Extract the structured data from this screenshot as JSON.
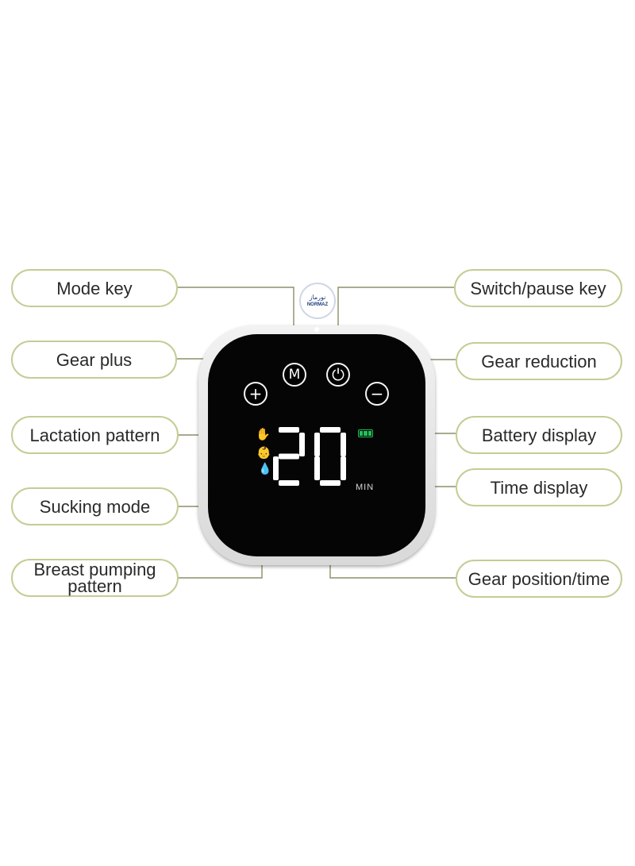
{
  "brand": {
    "arabic": "نورماز",
    "latin": "NORMAZ"
  },
  "labels": {
    "mode_key": "Mode key",
    "switch_pause_key": "Switch/pause key",
    "gear_plus": "Gear plus",
    "gear_reduction": "Gear reduction",
    "lactation_pattern": "Lactation pattern",
    "battery_display": "Battery display",
    "sucking_mode": "Sucking mode",
    "time_display": "Time display",
    "breast_pumping_pattern_line1": "Breast pumping",
    "breast_pumping_pattern_line2": "pattern",
    "gear_position_time": "Gear position/time"
  },
  "device": {
    "keys": {
      "mode": "M",
      "power": "⏻",
      "plus": "+",
      "minus": "−"
    },
    "display_value": "20",
    "display_unit": "MIN",
    "indicators": {
      "hand": "✋",
      "baby": "👶",
      "drop": "💧"
    },
    "battery_bars": 3,
    "battery_color": "#21c15a"
  },
  "colors": {
    "label_border": "#c5cc94",
    "leader_line": "#8d8d6a"
  }
}
